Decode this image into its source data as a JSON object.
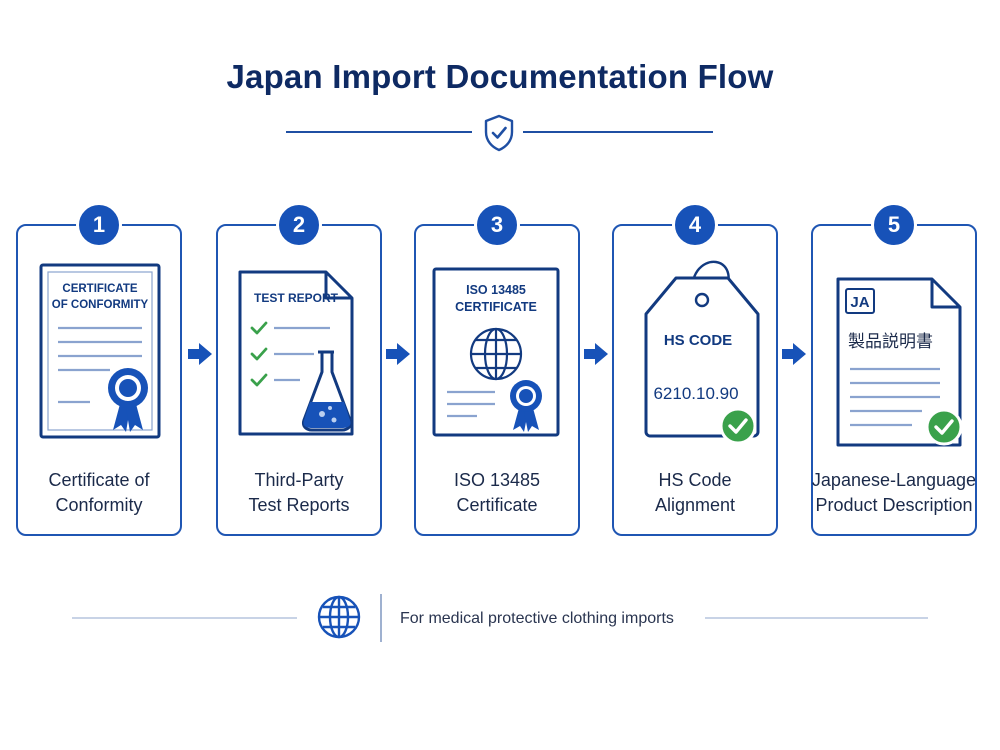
{
  "title": "Japan Import Documentation Flow",
  "footer": "For medical protective clothing imports",
  "steps": [
    {
      "number": "1",
      "label_line1": "Certificate of",
      "label_line2": "Conformity",
      "doc_line1": "CERTIFICATE",
      "doc_line2": "OF CONFORMITY"
    },
    {
      "number": "2",
      "label_line1": "Third-Party",
      "label_line2": "Test Reports",
      "doc_title": "TEST REPORT"
    },
    {
      "number": "3",
      "label_line1": "ISO 13485",
      "label_line2": "Certificate",
      "doc_line1": "ISO 13485",
      "doc_line2": "CERTIFICATE"
    },
    {
      "number": "4",
      "label_line1": "HS Code",
      "label_line2": "Alignment",
      "tag_title": "HS CODE",
      "tag_code": "6210.10.90"
    },
    {
      "number": "5",
      "label_line1": "Japanese-Language",
      "label_line2": "Product Description",
      "lang_badge": "JA",
      "doc_title": "製品説明書"
    }
  ],
  "colors": {
    "primary": "#1752b8",
    "navy": "#0e2a63",
    "check_green": "#3aa14b"
  },
  "icons": [
    "shield-check-icon",
    "ribbon-seal-icon",
    "checkmark-icon",
    "flask-icon",
    "globe-icon",
    "tag-icon",
    "check-circle-icon",
    "arrow-right-icon"
  ]
}
